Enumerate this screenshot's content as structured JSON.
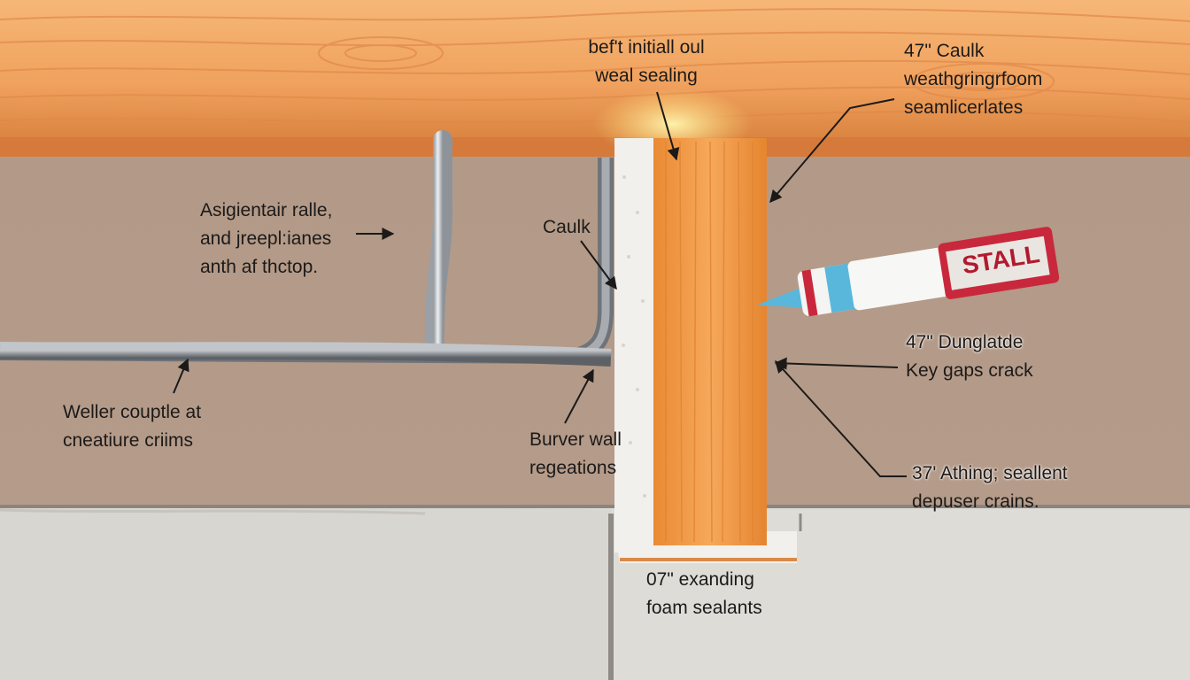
{
  "labels": {
    "top_sealing": [
      "bef't initiall oul",
      "weal sealing"
    ],
    "caulk_top": [
      "47\" Caulk",
      "weathgringrfoom",
      "seamlicerlates"
    ],
    "pipe_note": [
      "Asigientair ralle,",
      "and jreepl:ianes",
      "anth af thctop."
    ],
    "caulk_mid": [
      "Caulk"
    ],
    "dunglatde": [
      "47\" Dunglatde",
      "Key gaps crack"
    ],
    "wire_note": [
      "Weller couptle at",
      "cneatiure criims"
    ],
    "burver": [
      "Burver wall",
      "regeations"
    ],
    "athing": [
      "37' Athing; seallent",
      "depuser crains."
    ],
    "foam": [
      "07\" exanding",
      "foam sealants"
    ]
  },
  "tube": {
    "brand": "STALL"
  },
  "colors": {
    "joist": "#f0a15d",
    "wall": "#b39a88",
    "foundation": "#dedcd7",
    "stud": "#f39a48",
    "foam": "#f2f0ec",
    "wire": "#8b9095",
    "tube_red": "#c9283c",
    "tube_blue": "#59b7dc"
  }
}
